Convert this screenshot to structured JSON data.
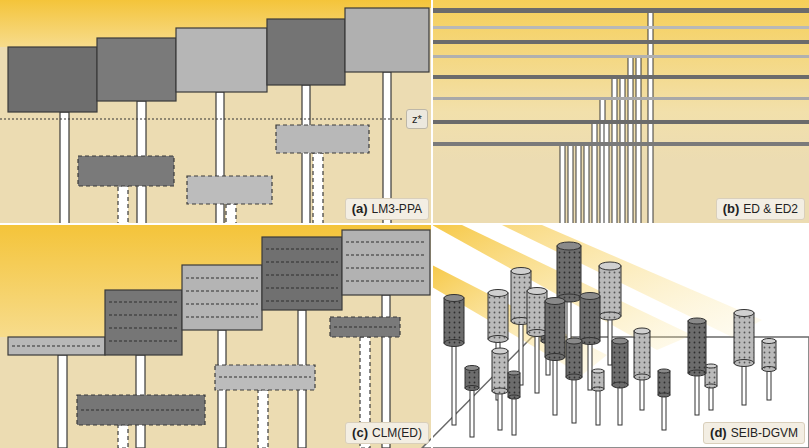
{
  "diagram": {
    "nodes": [
      {
        "text": [
          "z*"
        ]
      },
      {
        "text": [
          "(a)",
          "LM3-PPA"
        ]
      },
      {
        "text": [
          "(b)",
          "ED & ED2"
        ]
      },
      {
        "text": [
          "(c)",
          "CLM(ED)"
        ]
      },
      {
        "text": [
          "(d)",
          "SEIB-DGVM"
        ]
      }
    ]
  }
}
